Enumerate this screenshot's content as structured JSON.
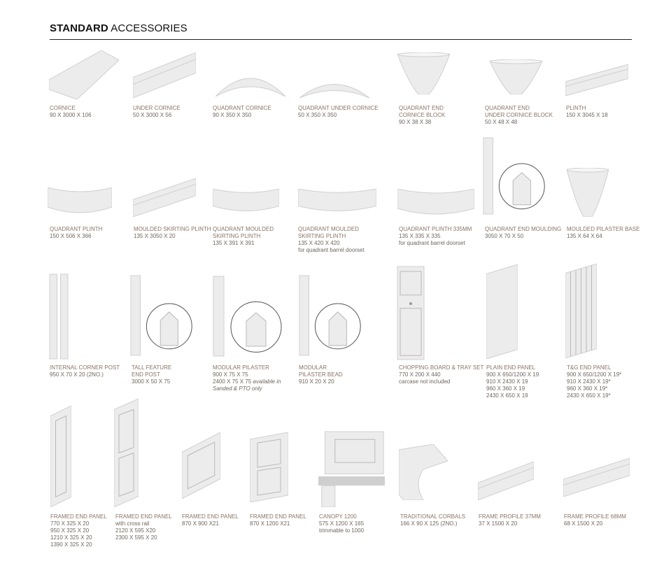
{
  "header": {
    "title_bold": "STANDARD",
    "title_rest": " ACCESSORIES"
  },
  "colors": {
    "name_text": "#8a7466",
    "detail_text": "#6e665e",
    "product_fill": "#ececec",
    "product_shade": "#cfcfcf"
  },
  "items": [
    {
      "icon": "cornice-image",
      "name": [
        "CORNICE"
      ],
      "details": [
        "90 X 3000 X 106"
      ]
    },
    {
      "icon": "under-cornice-image",
      "name": [
        "UNDER CORNICE"
      ],
      "details": [
        "50 X 3000 X 56"
      ]
    },
    {
      "icon": "quadrant-cornice-image",
      "name": [
        "QUADRANT CORNICE"
      ],
      "details": [
        "90 X 350 X 350"
      ]
    },
    {
      "icon": "quadrant-under-cornice-image",
      "name": [
        "QUADRANT UNDER CORNICE"
      ],
      "details": [
        "50 X 350 X 350"
      ]
    },
    {
      "icon": "cornice-block-image",
      "name": [
        "QUADRANT END",
        "CORNICE BLOCK"
      ],
      "details": [
        "90 X 38 X 38"
      ]
    },
    {
      "icon": "under-cornice-block-image",
      "name": [
        "QUADRANT END",
        "UNDER CORNICE BLOCK"
      ],
      "details": [
        "50 X 48 X 48"
      ]
    },
    {
      "icon": "plinth-image",
      "name": [
        "PLINTH"
      ],
      "details": [
        "150 X 3045 X 18"
      ]
    },
    {
      "icon": "quadrant-plinth-image",
      "name": [
        "QUADRANT PLINTH"
      ],
      "details": [
        "150 X 506 X 366"
      ]
    },
    {
      "icon": "skirting-plinth-image",
      "name": [
        "MOULDED SKIRTING PLINTH"
      ],
      "details": [
        "135 X 3050 X 20"
      ]
    },
    {
      "icon": "quadrant-skirting-image",
      "name": [
        "QUADRANT MOULDED",
        "SKIRTING PLINTH"
      ],
      "details": [
        "135 X 391 X 391"
      ]
    },
    {
      "icon": "quadrant-skirting-image",
      "name": [
        "QUADRANT MOULDED",
        "SKIRTING PLINTH"
      ],
      "details": [
        "135 X 420 X 420",
        "for quadrant barrel doorset"
      ]
    },
    {
      "icon": "quadrant-plinth-image",
      "name": [
        "QUADRANT PLINTH 335MM"
      ],
      "details": [
        "135 X 335 X 335",
        "for quadrant barrel doorset"
      ]
    },
    {
      "icon": "end-moulding-image",
      "name": [
        "QUADRANT END MOULDING"
      ],
      "details": [
        "3050 X 70 X 50"
      ]
    },
    {
      "icon": "pilaster-base-image",
      "name": [
        "MOULDED PILASTER BASE"
      ],
      "details": [
        "135 X 64 X 64"
      ]
    },
    {
      "icon": "corner-post-image",
      "name": [
        "INTERNAL CORNER POST"
      ],
      "details": [
        "950 X 70 X 20 (2NO.)"
      ]
    },
    {
      "icon": "feature-post-image",
      "name": [
        "TALL FEATURE",
        "END POST"
      ],
      "details": [
        "3000 X 50 X 75"
      ]
    },
    {
      "icon": "modular-pilaster-image",
      "name": [
        "MODULAR PILASTER"
      ],
      "details": [
        "900 X 75 X 75",
        "2400 X 75 X 75"
      ],
      "note_italic": "available in Sanded & PTO only"
    },
    {
      "icon": "pilaster-bead-image",
      "name": [
        "MODULAR",
        "PILASTER BEAD"
      ],
      "details": [
        "910 X 20 X 20"
      ]
    },
    {
      "icon": "chopping-board-image",
      "name": [
        "CHOPPING BOARD & TRAY SET"
      ],
      "details": [
        "770 X 200 X 440",
        "carcase not included"
      ]
    },
    {
      "icon": "plain-end-panel-image",
      "name": [
        "PLAIN END PANEL"
      ],
      "details": [
        "900 X 650/1200 X 19",
        "910 X 2430 X 19",
        "960 X 360 X 19",
        "2430 X 650 X 19"
      ]
    },
    {
      "icon": "tg-end-panel-image",
      "name": [
        "T&G END PANEL"
      ],
      "details": [
        "900 X 650/1200 X 19*",
        "910 X 2430 X 19*",
        "960 X 360 X 19*",
        "2430 X 650 X 19*"
      ]
    },
    {
      "icon": "framed-end-panel-image",
      "name": [
        "FRAMED END PANEL"
      ],
      "details": [
        "770 X 325 X 20",
        "950 X 325 X 20",
        "1210 X 325 X 20",
        "1390 X 325 X 20"
      ]
    },
    {
      "icon": "framed-cross-rail-image",
      "name": [
        "FRAMED END PANEL"
      ],
      "details": [
        "with cross rail",
        "2120 X 595 X20",
        "2300 X 595 X 20"
      ]
    },
    {
      "icon": "framed-panel-wide-image",
      "name": [
        "FRAMED END PANEL"
      ],
      "details": [
        "870 X 900 X21"
      ]
    },
    {
      "icon": "framed-panel-double-image",
      "name": [
        "FRAMED END PANEL"
      ],
      "details": [
        "870 X 1200 X21"
      ]
    },
    {
      "icon": "canopy-image",
      "name": [
        "CANOPY 1200"
      ],
      "details": [
        "575 X 1200 X 165",
        "trimmable to 1000"
      ]
    },
    {
      "icon": "corbel-image",
      "name": [
        "TRADITIONAL CORBALS"
      ],
      "details": [
        "166 X 90 X 125 (2NO.)"
      ]
    },
    {
      "icon": "frame-profile-image",
      "name": [
        "FRAME PROFILE 37MM"
      ],
      "details": [
        "37 X 1500 X 20"
      ]
    },
    {
      "icon": "frame-profile-image",
      "name": [
        "FRAME PROFILE 68MM"
      ],
      "details": [
        "68 X 1500 X 20"
      ]
    }
  ]
}
